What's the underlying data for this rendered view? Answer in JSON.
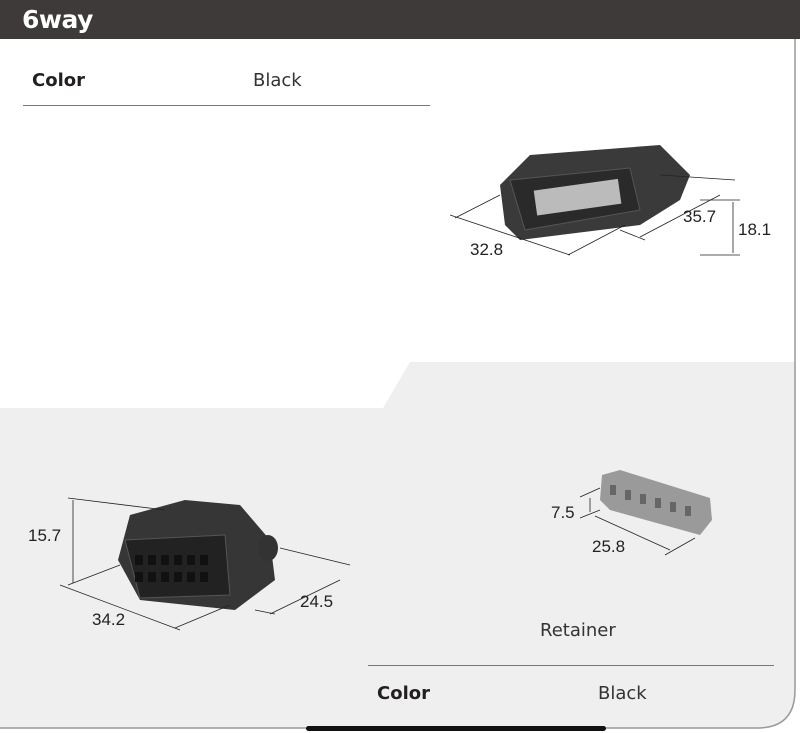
{
  "header": {
    "title": "6way"
  },
  "plug": {
    "color_label": "Color",
    "color_value": "Black",
    "dims": {
      "width": "32.8",
      "length": "35.7",
      "height": "18.1"
    }
  },
  "receptacle": {
    "dims": {
      "height": "15.7",
      "width": "34.2",
      "length": "24.5"
    }
  },
  "retainer": {
    "name": "Retainer",
    "color_label": "Color",
    "color_value": "Black",
    "dims": {
      "height": "7.5",
      "width": "25.8"
    }
  }
}
